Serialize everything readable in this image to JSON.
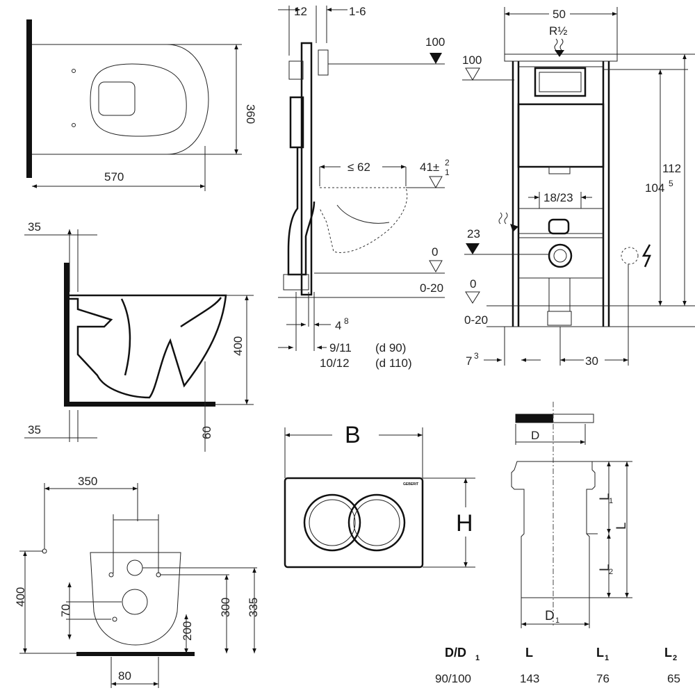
{
  "views": {
    "top_view": {
      "length": "570",
      "width": "360"
    },
    "side_view": {
      "top_gap": "35",
      "bottom_gap": "35",
      "height": "400",
      "floor": "60"
    },
    "back_view": {
      "spacing": "350",
      "height_400": "400",
      "d70": "70",
      "d300": "300",
      "d335": "335",
      "d200": "200",
      "d80": "80"
    },
    "frame_side": {
      "d12": "12",
      "d1_6": "1-6",
      "lvl100": "100",
      "lvl41": "41±",
      "lvl41_sup": "2",
      "lvl41_sub": "1",
      "le62": "≤ 62",
      "lvl0": "0",
      "lvl0_20": "0-20",
      "d4": "4",
      "d4_sup": "8",
      "d9_11": "9/11",
      "d90": "(d 90)",
      "d10_12": "10/12",
      "d110": "(d 110)"
    },
    "frame_front": {
      "w50": "50",
      "r12": "R½",
      "lvl100": "100",
      "d112": "112",
      "d104": "104",
      "d104_sup": "5",
      "d18_23": "18/23",
      "lvl23": "23",
      "lvl0": "0",
      "lvl0_20": "0-20",
      "d7": "7",
      "d7_sup": "3",
      "d30": "30"
    },
    "flush_plate": {
      "width_label": "B",
      "height_label": "H",
      "brand": "GEBERIT"
    },
    "pipe": {
      "d": "D",
      "l": "L",
      "l1": "L",
      "l1_sub": "1",
      "l2": "L",
      "l2_sub": "2",
      "d1": "D",
      "d1_sub": "1"
    }
  },
  "table": {
    "headers": [
      "D/D",
      "L",
      "L",
      "L"
    ],
    "header_subs": [
      "1",
      "",
      "1",
      "2"
    ],
    "row": [
      "90/100",
      "143",
      "76",
      "65"
    ]
  }
}
